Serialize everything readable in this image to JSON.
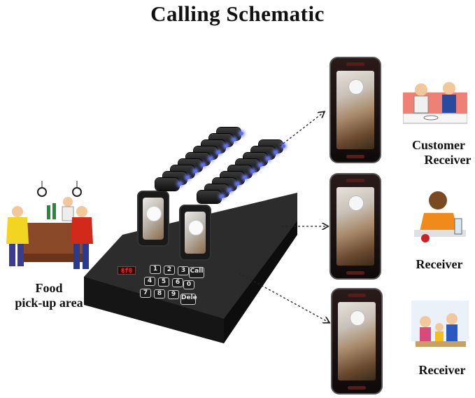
{
  "title": "Calling Schematic",
  "labels": {
    "food_line1": "Food",
    "food_line2": "pick-up area",
    "customer_line1": "Customer",
    "customer_line2": "Receiver",
    "receiver_2": "Receiver",
    "receiver_3": "Receiver"
  },
  "keypad": {
    "display": "8f8",
    "keys": [
      "1",
      "2",
      "3",
      "Call",
      "4",
      "5",
      "6",
      "0",
      "7",
      "8",
      "9",
      "Dele"
    ]
  },
  "colors": {
    "pager_led": "#5b6bff",
    "display_red": "#ff2a2a",
    "arrow": "#222222"
  }
}
